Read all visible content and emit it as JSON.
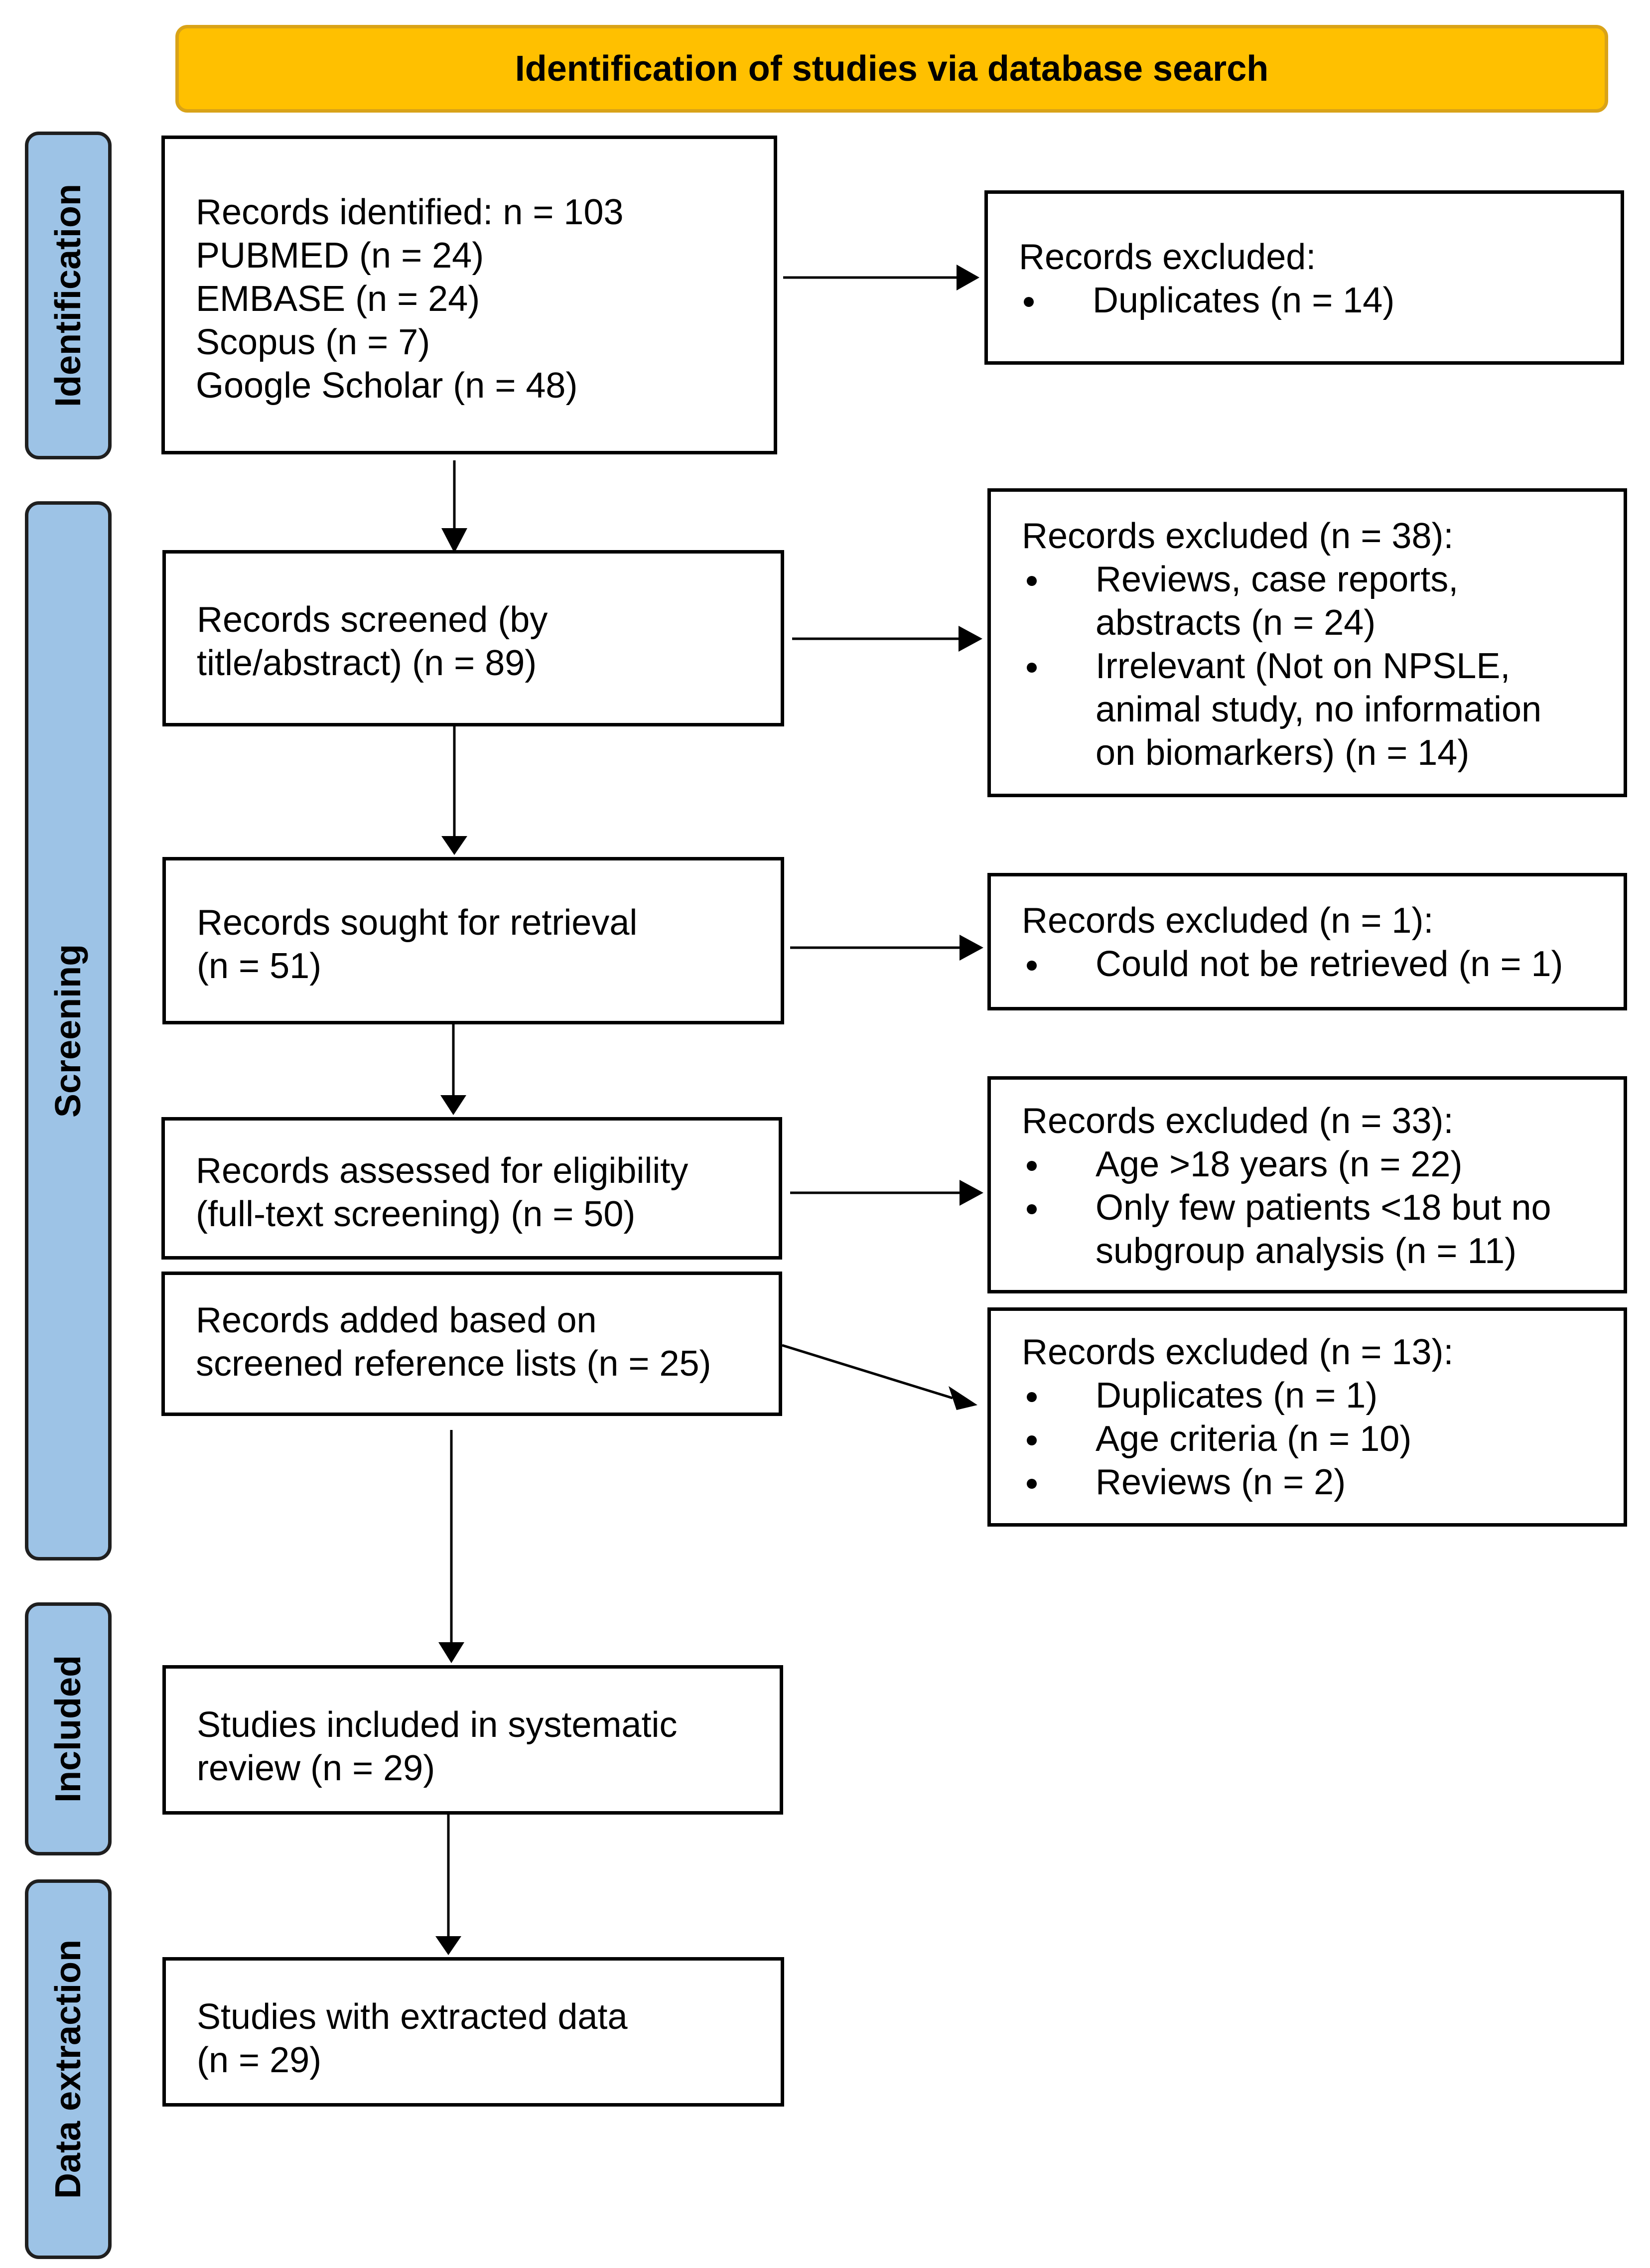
{
  "banner": {
    "title": "Identification of studies via database search"
  },
  "stages": {
    "identification": "Identification",
    "screening": "Screening",
    "included": "Included",
    "data_extraction": "Data extraction"
  },
  "boxes": {
    "identified": {
      "lines": [
        "Records identified: n = 103",
        "PUBMED (n = 24)",
        "EMBASE (n = 24)",
        "Scopus (n = 7)",
        "Google Scholar (n = 48)"
      ]
    },
    "excluded_identification": {
      "title": "Records excluded:",
      "items": [
        [
          "Duplicates (n = 14)"
        ]
      ]
    },
    "screened": {
      "lines": [
        "Records screened (by",
        "title/abstract) (n = 89)"
      ]
    },
    "excluded_screening": {
      "title": "Records excluded (n = 38):",
      "items": [
        [
          "Reviews, case reports,",
          "abstracts (n = 24)"
        ],
        [
          "Irrelevant (Not on NPSLE,",
          "animal study, no information",
          "on biomarkers) (n = 14)"
        ]
      ]
    },
    "retrieval": {
      "lines": [
        "Records sought for retrieval",
        "(n = 51)"
      ]
    },
    "excluded_retrieval": {
      "title": "Records excluded (n = 1):",
      "items": [
        [
          "Could not be retrieved (n = 1)"
        ]
      ]
    },
    "eligibility": {
      "lines": [
        "Records assessed for eligibility",
        "(full-text screening) (n = 50)"
      ]
    },
    "excluded_eligibility": {
      "title": "Records excluded (n = 33):",
      "items": [
        [
          "Age >18 years (n = 22)"
        ],
        [
          "Only few patients <18 but no",
          "subgroup analysis (n = 11)"
        ]
      ]
    },
    "added": {
      "lines": [
        "Records added based on",
        "screened reference lists (n = 25)"
      ]
    },
    "excluded_added": {
      "title": "Records excluded (n = 13):",
      "items": [
        [
          "Duplicates (n = 1)"
        ],
        [
          "Age criteria (n = 10)"
        ],
        [
          "Reviews (n = 2)"
        ]
      ]
    },
    "included": {
      "lines": [
        "Studies included in systematic",
        "review (n = 29)"
      ]
    },
    "extracted": {
      "lines": [
        "Studies with extracted data",
        "(n = 29)"
      ]
    }
  }
}
